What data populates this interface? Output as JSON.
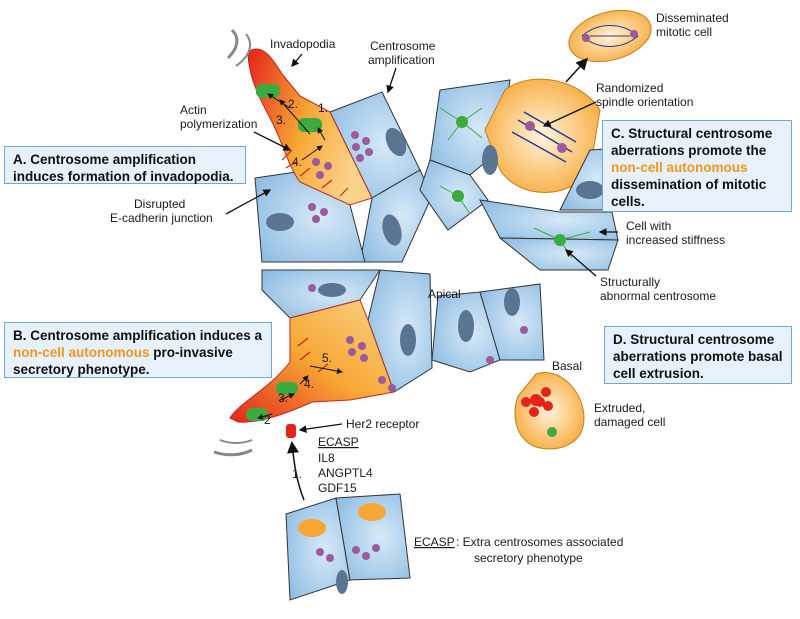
{
  "panels": {
    "a": {
      "title": "A. Centrosome amplification induces formation of invadopodia."
    },
    "b": {
      "pre": "B. Centrosome amplification induces a ",
      "highlight": "non-cell autonomous",
      "post": " pro-invasive secretory phenotype."
    },
    "c": {
      "pre": "C. Structural centrosome aberrations promote the ",
      "highlight": "non-cell autonomous",
      "post": " dissemination of mitotic cells."
    },
    "d": {
      "title": "D. Structural centrosome aberrations promote basal cell extrusion."
    }
  },
  "labels": {
    "invadopodia": "Invadopodia",
    "centrosome_amp_1": "Centrosome",
    "centrosome_amp_2": "amplification",
    "actin_1": "Actin",
    "actin_2": "polymerization",
    "disrupted_1": "Disrupted",
    "disrupted_2": "E-cadherin junction",
    "disseminated_1": "Disseminated",
    "disseminated_2": "mitotic cell",
    "randomized_1": "Randomized",
    "randomized_2": "spindle orientation",
    "stiff_1": "Cell with",
    "stiff_2": "increased stiffness",
    "abnormal_1": "Structurally",
    "abnormal_2": "abnormal centrosome",
    "apical": "Apical",
    "basal": "Basal",
    "extruded_1": "Extruded,",
    "extruded_2": "damaged cell",
    "her2": "Her2 receptor",
    "ecasp_header": "ECASP",
    "ecasp_items": [
      "IL8",
      "ANGPTL4",
      "GDF15"
    ],
    "ecasp_def_term": "ECASP",
    "ecasp_def_rest": ": Extra centrosomes associated",
    "ecasp_def_line2": "secretory phenotype"
  },
  "steps": {
    "top": [
      "1.",
      "2.",
      "3.",
      "4."
    ],
    "bottom": [
      "1.",
      "2",
      "3.",
      "4.",
      "5."
    ]
  },
  "colors": {
    "blue_cell": "#aacdea",
    "blue_cell_light": "#d6e9f7",
    "orange_cell": "#fbd28a",
    "orange_deep": "#f7a733",
    "red": "#e3241b",
    "green": "#3bab3f",
    "nucleus": "#5a7591",
    "centrosome": "#9a5a9e",
    "highlight": "#f0961e"
  }
}
